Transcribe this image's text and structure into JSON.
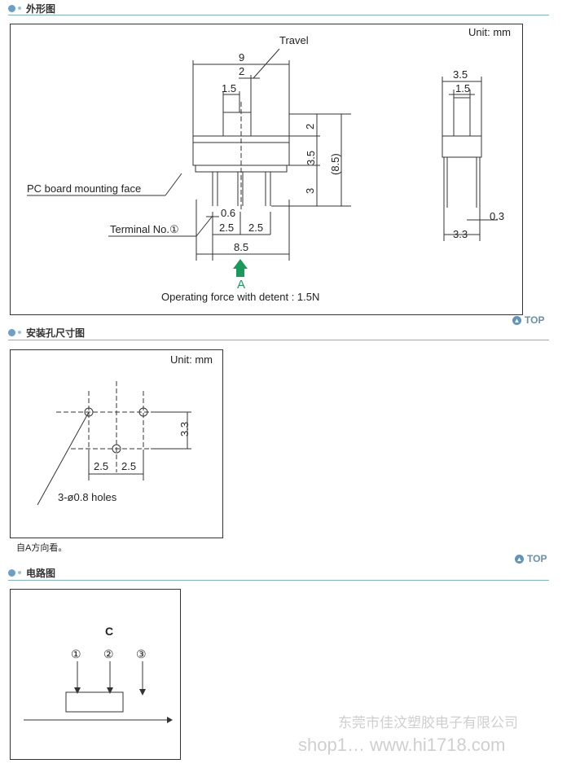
{
  "sections": {
    "outline": {
      "title": "外形图"
    },
    "mounting": {
      "title": "安装孔尺寸图"
    },
    "circuit": {
      "title": "电路图"
    }
  },
  "top_link": {
    "label": "TOP"
  },
  "outline_diagram": {
    "unit": "Unit: mm",
    "travel": "Travel",
    "dim_9": "9",
    "dim_2": "2",
    "dim_1_5": "1.5",
    "dim_v2": "2",
    "dim_v3_5": "3.5",
    "dim_v3": "3",
    "dim_v8_5": "(8.5)",
    "pc_board": "PC board mounting face",
    "terminal": "Terminal No.①",
    "dim_0_6": "0.6",
    "dim_2_5a": "2.5",
    "dim_2_5b": "2.5",
    "dim_8_5": "8.5",
    "arrow_label": "A",
    "force": "Operating  force  with  detent : 1.5N",
    "side_3_5": "3.5",
    "side_1_5": "1.5",
    "side_0_3": "0.3",
    "side_3_3": "3.3",
    "arrow_color": "#1a9a5a"
  },
  "mounting_diagram": {
    "unit": "Unit: mm",
    "dim_3_3": "3.3",
    "dim_2_5a": "2.5",
    "dim_2_5b": "2.5",
    "holes": "3-ø0.8 holes"
  },
  "mounting_note": "自A方向看。",
  "circuit_diagram": {
    "label_c": "C",
    "t1": "①",
    "t2": "②",
    "t3": "③"
  },
  "watermark": {
    "line1": "东莞市佳汶塑胶电子有限公司",
    "line2": "shop1… www.hi1718.com"
  }
}
